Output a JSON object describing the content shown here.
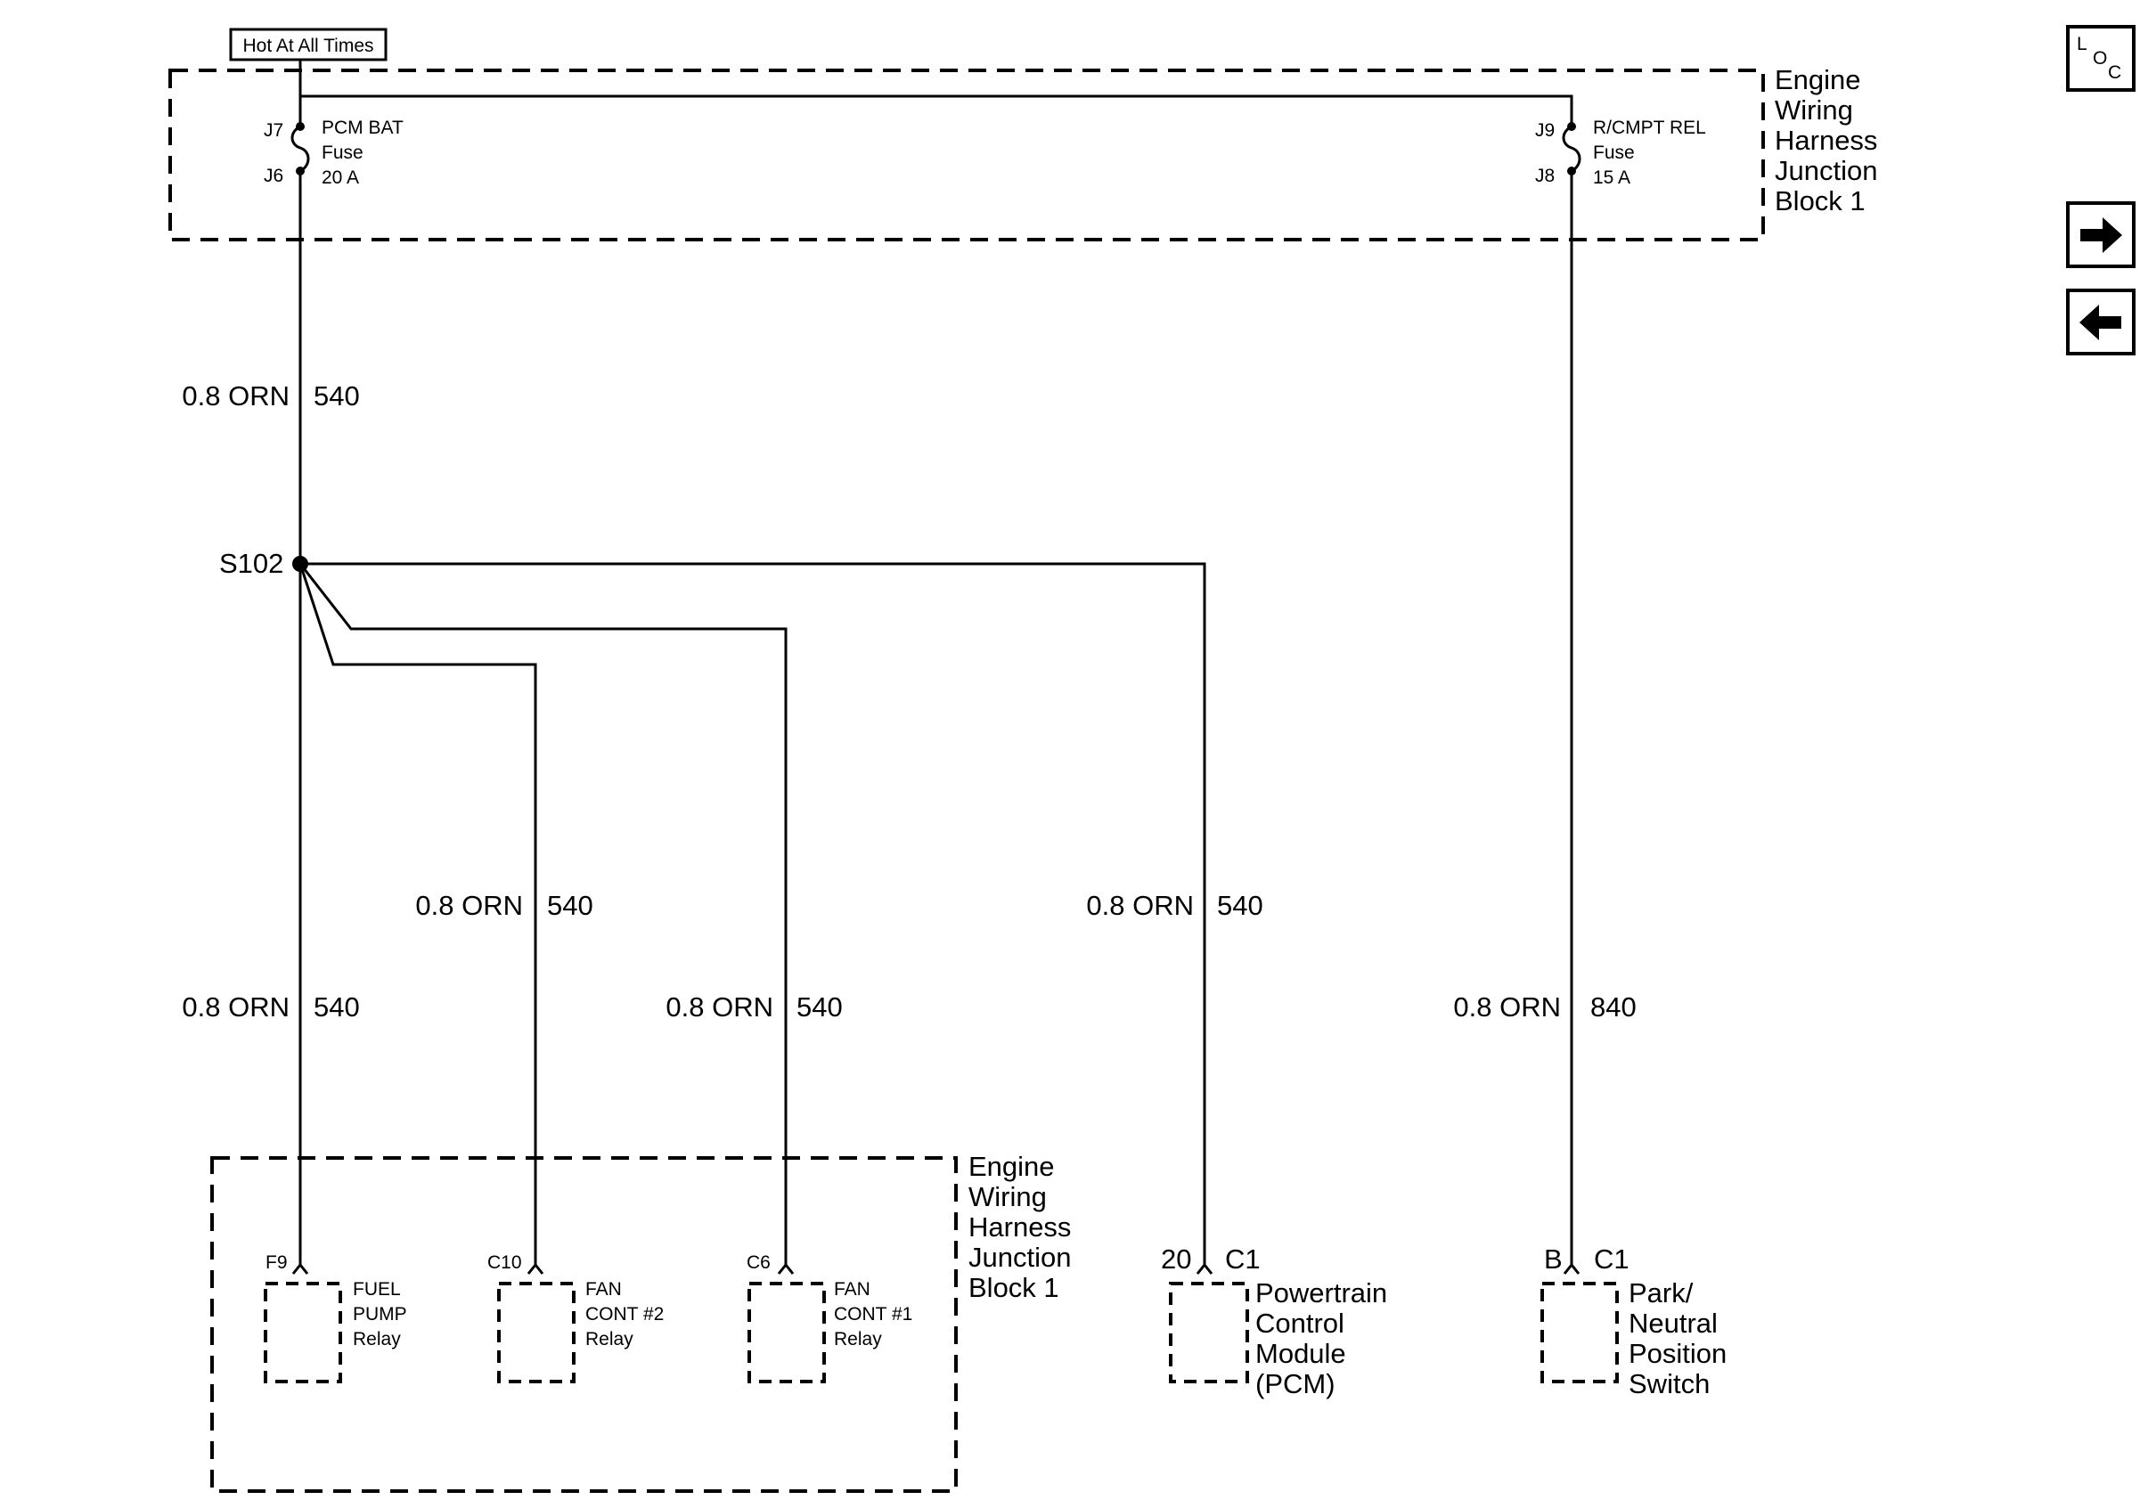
{
  "header": {
    "hot_label": "Hot At All Times"
  },
  "top_block": {
    "name_lines": [
      "Engine",
      "Wiring",
      "Harness",
      "Junction",
      "Block 1"
    ],
    "fuse_left": {
      "pin_in": "J7",
      "pin_out": "J6",
      "name": "PCM BAT",
      "kind": "Fuse",
      "rating": "20 A"
    },
    "fuse_right": {
      "pin_in": "J9",
      "pin_out": "J8",
      "name": "R/CMPT REL",
      "kind": "Fuse",
      "rating": "15 A"
    }
  },
  "splice": {
    "label": "S102"
  },
  "wires": {
    "main_gauge": "0.8 ORN",
    "main_circuit": "540",
    "fan2_gauge": "0.8 ORN",
    "fan2_circuit": "540",
    "pcm_gauge": "0.8 ORN",
    "pcm_circuit": "540",
    "fuel_gauge": "0.8 ORN",
    "fuel_circuit": "540",
    "fan1_gauge": "0.8 ORN",
    "fan1_circuit": "540",
    "pnp_gauge": "0.8 ORN",
    "pnp_circuit": "840"
  },
  "bottom_block": {
    "name_lines": [
      "Engine",
      "Wiring",
      "Harness",
      "Junction",
      "Block 1"
    ],
    "relays": [
      {
        "pin": "F9",
        "lines": [
          "FUEL",
          "PUMP",
          "Relay"
        ]
      },
      {
        "pin": "C10",
        "lines": [
          "FAN",
          "CONT #2",
          "Relay"
        ]
      },
      {
        "pin": "C6",
        "lines": [
          "FAN",
          "CONT #1",
          "Relay"
        ]
      }
    ]
  },
  "pcm": {
    "pin": "20",
    "connector": "C1",
    "lines": [
      "Powertrain",
      "Control",
      "Module",
      "(PCM)"
    ]
  },
  "pnp": {
    "pin": "B",
    "connector": "C1",
    "lines": [
      "Park/",
      "Neutral",
      "Position",
      "Switch"
    ]
  },
  "nav": {
    "loc_text": [
      "L",
      "O",
      "C"
    ],
    "loc_icon": "location-icon",
    "next_icon": "arrow-right-icon",
    "prev_icon": "arrow-left-icon"
  }
}
